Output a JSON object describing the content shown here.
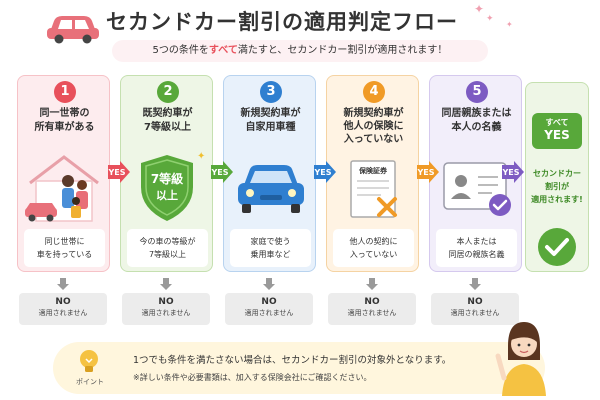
{
  "header": {
    "title": "セカンドカー割引の適用判定フロー",
    "subtitle_pre": "5つの条件を",
    "subtitle_hl": "すべて",
    "subtitle_post": "満たすと、セカンドカー割引が適用されます！"
  },
  "steps": [
    {
      "num": "1",
      "title_line1": "同一世帯の",
      "title_line2": "所有車がある",
      "desc_line1": "同じ世帯に",
      "desc_line2": "車を持っている"
    },
    {
      "num": "2",
      "title_line1": "既契約車が",
      "title_line2": "7等級以上",
      "desc_line1": "今の車の等級が",
      "desc_line2": "7等級以上",
      "shield_line1": "7等級",
      "shield_line2": "以上"
    },
    {
      "num": "3",
      "title_line1": "新規契約車が",
      "title_line2": "自家用車種",
      "desc_line1": "家庭で使う",
      "desc_line2": "乗用車など"
    },
    {
      "num": "4",
      "title_line1": "新規契約車が",
      "title_line2": "他人の保険に",
      "title_line3": "入っていない",
      "desc_line1": "他人の契約に",
      "desc_line2": "入っていない",
      "doc_label": "保険証券"
    },
    {
      "num": "5",
      "title_line1": "同居親族または",
      "title_line2": "本人の名義",
      "desc_line1": "本人または",
      "desc_line2": "同居の親族名義"
    }
  ],
  "flow": {
    "yes_label": "YES"
  },
  "result": {
    "badge_line1": "すべて",
    "badge_line2": "YES",
    "text_line1": "セカンドカー",
    "text_line2": "割引が",
    "text_line3": "適用されます!"
  },
  "no_result": {
    "label": "NO",
    "sub": "適用されません"
  },
  "note": {
    "label": "ポイント",
    "line1": "1つでも条件を満たさない場合は、セカンドカー割引の対象外となります。",
    "line2": "※詳しい条件や必要書類は、加入する保険会社にご確認ください。"
  },
  "colors": {
    "red": "#e8505b",
    "green": "#58a83a",
    "blue": "#2f7fd0",
    "orange": "#f09a26",
    "purple": "#7d5bc2"
  },
  "icons": [
    "car-icon",
    "house-family-icon",
    "shield-icon",
    "car-front-icon",
    "document-cross-icon",
    "id-card-check-icon",
    "check-circle-icon",
    "lightbulb-icon",
    "woman-pointing-icon",
    "arrow-right-icon",
    "arrow-down-icon"
  ]
}
